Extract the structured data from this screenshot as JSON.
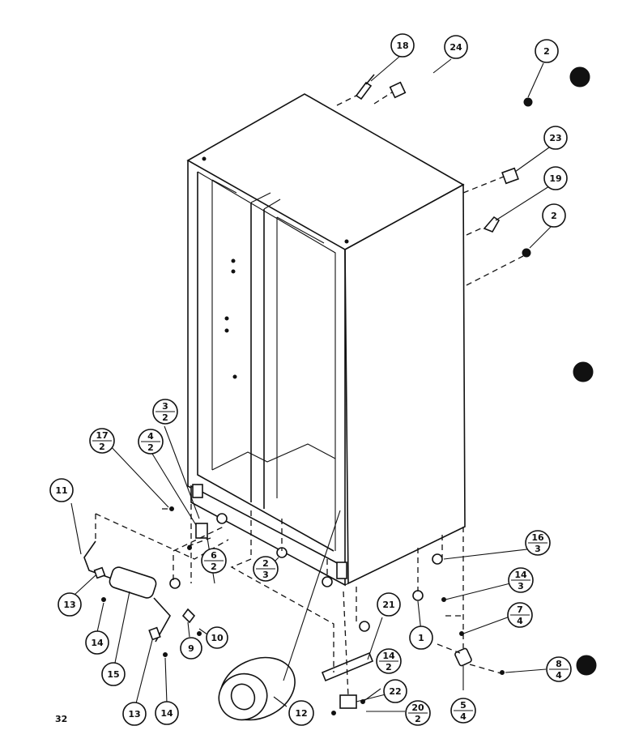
{
  "page_number": "32",
  "callouts": [
    {
      "id": "c18",
      "label": "18"
    },
    {
      "id": "c24",
      "label": "24"
    },
    {
      "id": "c2a",
      "label": "2"
    },
    {
      "id": "c23",
      "label": "23"
    },
    {
      "id": "c19",
      "label": "19"
    },
    {
      "id": "c2b",
      "label": "2"
    },
    {
      "id": "c11",
      "label": "11"
    },
    {
      "id": "c13a",
      "label": "13"
    },
    {
      "id": "c14a",
      "label": "14"
    },
    {
      "id": "c15",
      "label": "15"
    },
    {
      "id": "c13b",
      "label": "13"
    },
    {
      "id": "c14b",
      "label": "14"
    },
    {
      "id": "c9",
      "label": "9"
    },
    {
      "id": "c10",
      "label": "10"
    },
    {
      "id": "c12",
      "label": "12"
    },
    {
      "id": "c21",
      "label": "21"
    },
    {
      "id": "c1",
      "label": "1"
    },
    {
      "id": "c22",
      "label": "22"
    }
  ],
  "fraction_callouts": [
    {
      "id": "f3_2",
      "num": "3",
      "den": "2"
    },
    {
      "id": "f4_2",
      "num": "4",
      "den": "2"
    },
    {
      "id": "f17_2",
      "num": "17",
      "den": "2"
    },
    {
      "id": "f6_2",
      "num": "6",
      "den": "2"
    },
    {
      "id": "f2_3",
      "num": "2",
      "den": "3"
    },
    {
      "id": "f16_3",
      "num": "16",
      "den": "3"
    },
    {
      "id": "f14_3",
      "num": "14",
      "den": "3"
    },
    {
      "id": "f7_4",
      "num": "7",
      "den": "4"
    },
    {
      "id": "f8_4",
      "num": "8",
      "den": "4"
    },
    {
      "id": "f14_2",
      "num": "14",
      "den": "2"
    },
    {
      "id": "f20_2",
      "num": "20",
      "den": "2"
    },
    {
      "id": "f5_4",
      "num": "5",
      "den": "4"
    }
  ]
}
